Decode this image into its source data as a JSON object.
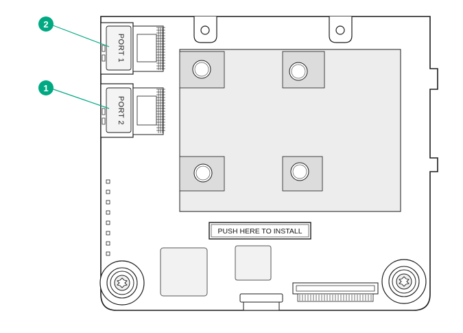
{
  "diagram": {
    "accent_color": "#00a982",
    "ports": [
      {
        "label": "PORT 1"
      },
      {
        "label": "PORT 2"
      }
    ],
    "callouts": [
      {
        "number": "2"
      },
      {
        "number": "1"
      }
    ],
    "push_label": "PUSH HERE TO INSTALL"
  }
}
